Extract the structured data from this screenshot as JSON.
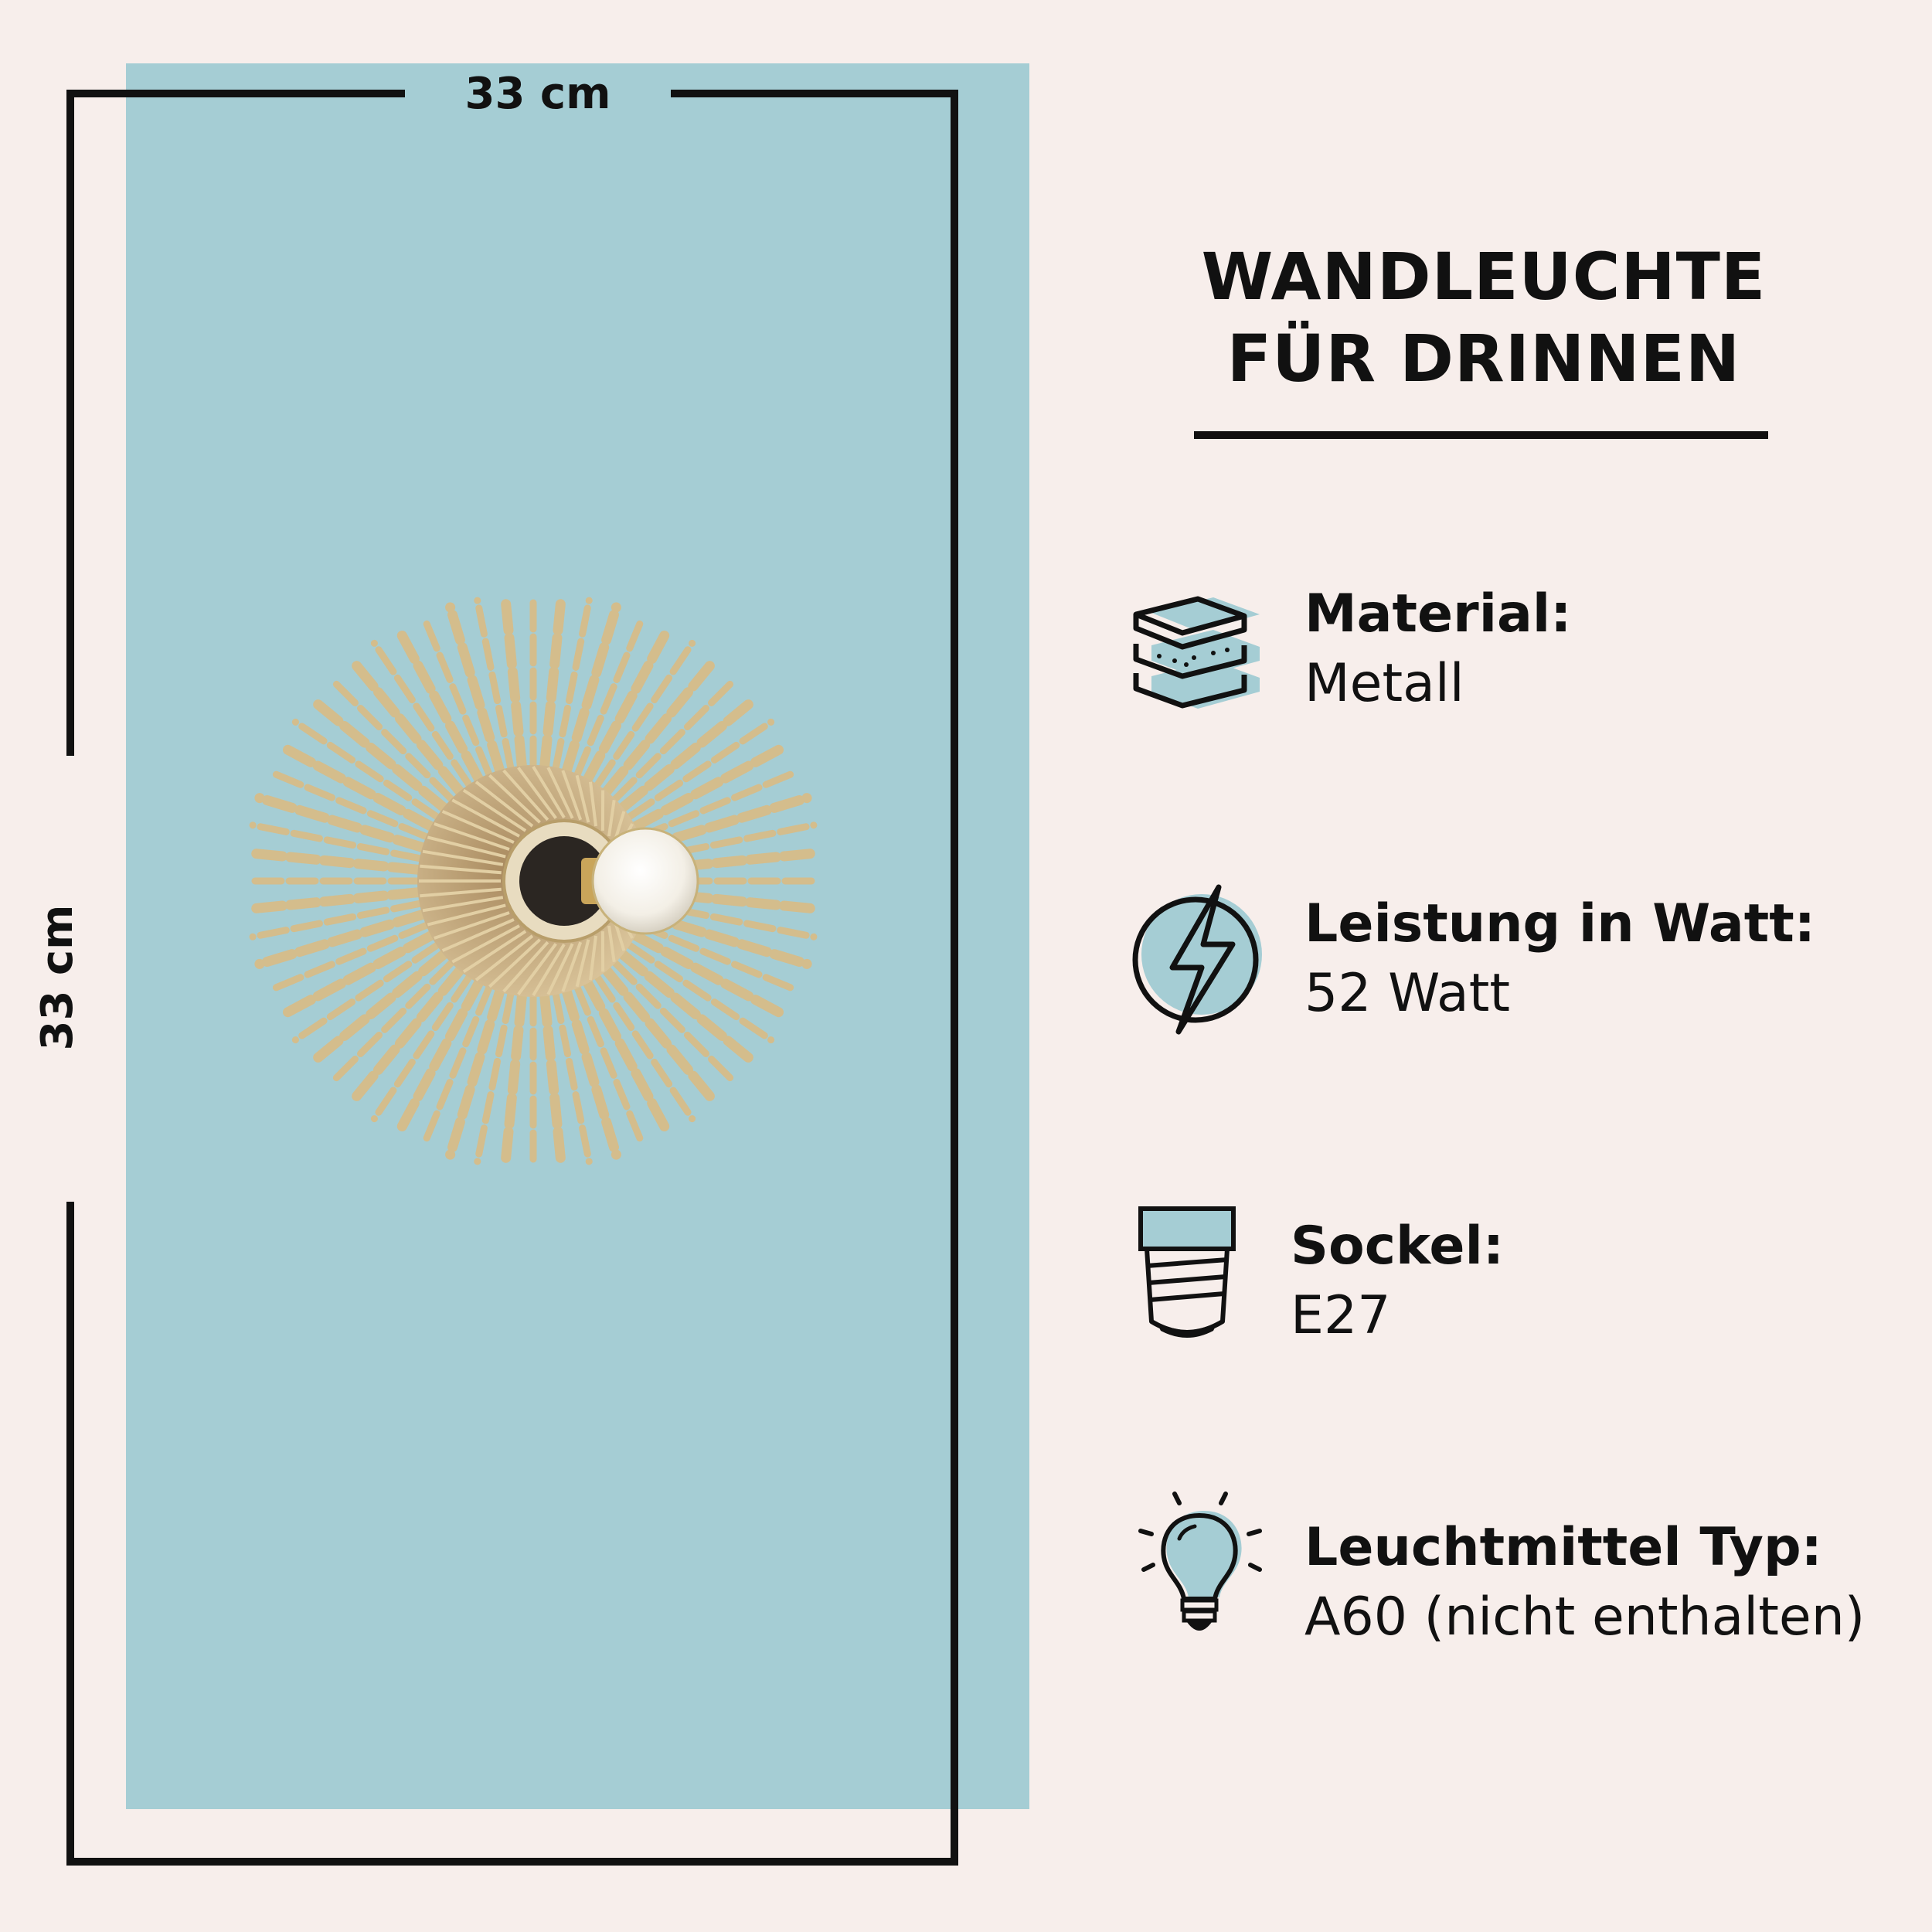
{
  "dimensions": {
    "width_label": "33 cm",
    "height_label": "33 cm"
  },
  "title": {
    "line1": "WANDLEUCHTE",
    "line2": "FÜR DRINNEN"
  },
  "specs": [
    {
      "label": "Material:",
      "value": "Metall",
      "icon": "material-layers-icon"
    },
    {
      "label": "Leistung in Watt:",
      "value": "52 Watt",
      "icon": "lightning-bolt-icon"
    },
    {
      "label": "Sockel:",
      "value": "E27",
      "icon": "bulb-socket-icon"
    },
    {
      "label": "Leuchtmittel Typ:",
      "value": "A60 (nicht enthalten)",
      "icon": "light-bulb-icon"
    }
  ],
  "colors": {
    "background": "#f7eeeb",
    "panel": "#a5cdd4",
    "lamp_gold": "#d4bd8c",
    "text": "#111111"
  }
}
